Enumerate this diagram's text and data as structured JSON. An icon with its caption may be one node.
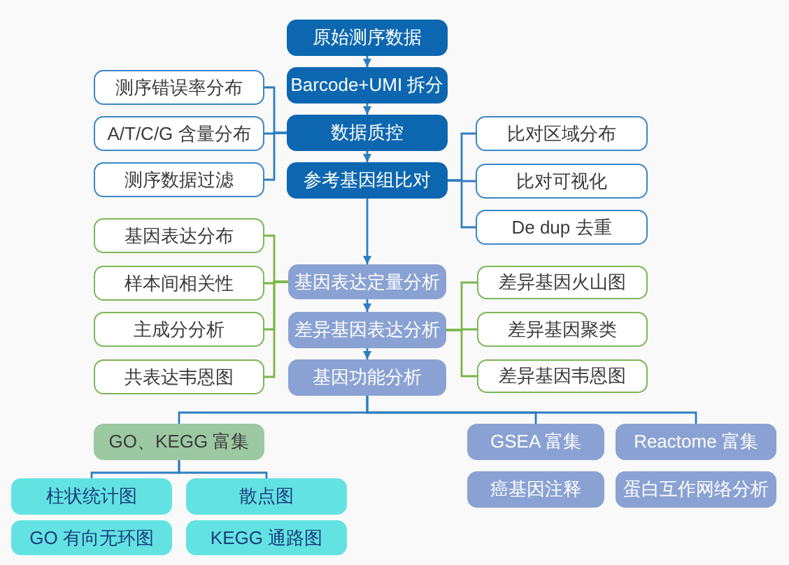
{
  "diagram": {
    "nodes": [
      {
        "text": [
          "原始测序数据"
        ]
      },
      {
        "text": [
          "测序错误率分布"
        ]
      },
      {
        "text": [
          "Barcode+UMI 拆分"
        ]
      },
      {
        "text": [
          "A/T/C/G 含量分布"
        ]
      },
      {
        "text": [
          "数据质控"
        ]
      },
      {
        "text": [
          "比对区域分布"
        ]
      },
      {
        "text": [
          "测序数据过滤"
        ]
      },
      {
        "text": [
          "参考基因组比对"
        ]
      },
      {
        "text": [
          "比对可视化"
        ]
      },
      {
        "text": [
          "De dup 去重"
        ]
      },
      {
        "text": [
          "基因表达分布"
        ]
      },
      {
        "text": [
          "样本间相关性"
        ]
      },
      {
        "text": [
          "基因表达定量分析"
        ]
      },
      {
        "text": [
          "差异基因火山图"
        ]
      },
      {
        "text": [
          "主成分分析"
        ]
      },
      {
        "text": [
          "差异基因表达分析"
        ]
      },
      {
        "text": [
          "差异基因聚类"
        ]
      },
      {
        "text": [
          "共表达韦恩图"
        ]
      },
      {
        "text": [
          "基因功能分析"
        ]
      },
      {
        "text": [
          "差异基因韦恩图"
        ]
      },
      {
        "text": [
          "GO、KEGG 富集"
        ]
      },
      {
        "text": [
          "GSEA 富集"
        ]
      },
      {
        "text": [
          "Reactome 富集"
        ]
      },
      {
        "text": [
          "柱状统计图"
        ]
      },
      {
        "text": [
          "散点图"
        ]
      },
      {
        "text": [
          "癌基因注释"
        ]
      },
      {
        "text": [
          "蛋白互作网络分析"
        ]
      },
      {
        "text": [
          "GO 有向无环图"
        ]
      },
      {
        "text": [
          "KEGG 通路图"
        ]
      }
    ],
    "edges": [
      {
        "from": 0,
        "to": 2,
        "arrow": "to"
      },
      {
        "from": 2,
        "to": 4,
        "arrow": "to"
      },
      {
        "from": 4,
        "to": 7,
        "arrow": "to"
      },
      {
        "from": 7,
        "to": 12,
        "arrow": "to"
      },
      {
        "from": 12,
        "to": 15,
        "arrow": "to"
      },
      {
        "from": 15,
        "to": 18,
        "arrow": "to"
      },
      {
        "from": 4,
        "to": 1,
        "arrow": "none"
      },
      {
        "from": 4,
        "to": 3,
        "arrow": "none"
      },
      {
        "from": 4,
        "to": 6,
        "arrow": "none"
      },
      {
        "from": 7,
        "to": 5,
        "arrow": "none"
      },
      {
        "from": 7,
        "to": 8,
        "arrow": "none"
      },
      {
        "from": 7,
        "to": 9,
        "arrow": "none"
      },
      {
        "from": 12,
        "to": 10,
        "arrow": "none",
        "color": "#7ab648"
      },
      {
        "from": 12,
        "to": 11,
        "arrow": "none",
        "color": "#7ab648"
      },
      {
        "from": 12,
        "to": 14,
        "arrow": "none",
        "color": "#7ab648"
      },
      {
        "from": 12,
        "to": 17,
        "arrow": "none",
        "color": "#7ab648"
      },
      {
        "from": 15,
        "to": 13,
        "arrow": "none",
        "color": "#7ab648"
      },
      {
        "from": 15,
        "to": 16,
        "arrow": "none",
        "color": "#7ab648"
      },
      {
        "from": 15,
        "to": 19,
        "arrow": "none",
        "color": "#7ab648"
      },
      {
        "from": 18,
        "to": 20,
        "arrow": "none"
      },
      {
        "from": 18,
        "to": 21,
        "arrow": "none"
      },
      {
        "from": 18,
        "to": 22,
        "arrow": "none"
      },
      {
        "from": 20,
        "to": 23,
        "arrow": "none"
      },
      {
        "from": 20,
        "to": 24,
        "arrow": "none"
      }
    ]
  }
}
